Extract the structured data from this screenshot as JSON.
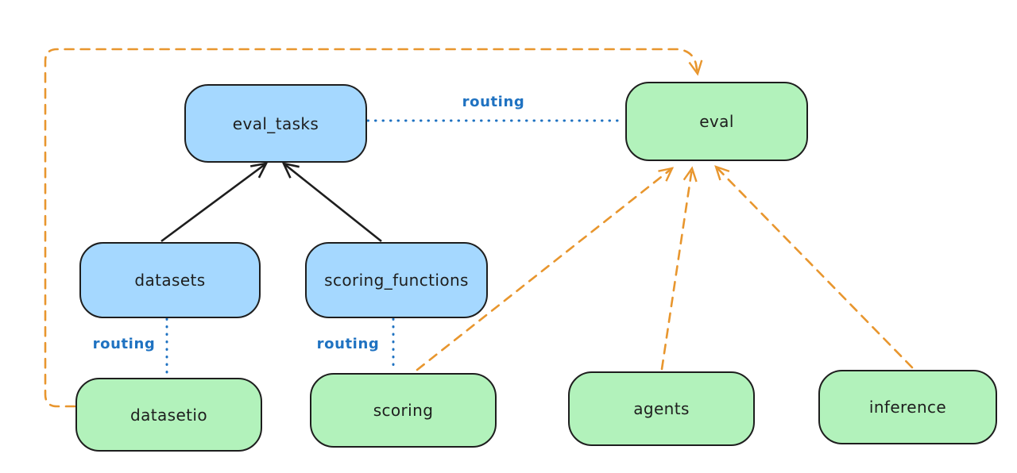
{
  "diagram": {
    "nodes": [
      {
        "id": "eval_tasks",
        "label": "eval_tasks",
        "fill": "blue"
      },
      {
        "id": "eval",
        "label": "eval",
        "fill": "green"
      },
      {
        "id": "datasets",
        "label": "datasets",
        "fill": "blue"
      },
      {
        "id": "scoring_functions",
        "label": "scoring_functions",
        "fill": "blue"
      },
      {
        "id": "datasetio",
        "label": "datasetio",
        "fill": "green"
      },
      {
        "id": "scoring",
        "label": "scoring",
        "fill": "green"
      },
      {
        "id": "agents",
        "label": "agents",
        "fill": "green"
      },
      {
        "id": "inference",
        "label": "inference",
        "fill": "green"
      }
    ],
    "edges": [
      {
        "label": "routing",
        "from": "eval_tasks",
        "to": "eval",
        "style": "dotted-blue"
      },
      {
        "label": "routing",
        "from": "datasets",
        "to": "datasetio",
        "style": "dotted-blue"
      },
      {
        "label": "routing",
        "from": "scoring_functions",
        "to": "scoring",
        "style": "dotted-blue"
      },
      {
        "label": "",
        "from": "datasets",
        "to": "eval_tasks",
        "style": "solid-black-arrow"
      },
      {
        "label": "",
        "from": "scoring_functions",
        "to": "eval_tasks",
        "style": "solid-black-arrow"
      },
      {
        "label": "",
        "from": "datasetio",
        "to": "eval",
        "style": "dashed-orange-arrow"
      },
      {
        "label": "",
        "from": "scoring",
        "to": "eval",
        "style": "dashed-orange-arrow"
      },
      {
        "label": "",
        "from": "agents",
        "to": "eval",
        "style": "dashed-orange-arrow"
      },
      {
        "label": "",
        "from": "inference",
        "to": "eval",
        "style": "dashed-orange-arrow"
      }
    ],
    "colors": {
      "node_fill_blue": "#a5d8ff",
      "node_fill_green": "#b2f2bb",
      "node_stroke": "#1e1e1e",
      "edge_black": "#1e1e1e",
      "edge_blue": "#1f72c1",
      "edge_orange": "#e8962e",
      "background": "#ffffff"
    }
  }
}
